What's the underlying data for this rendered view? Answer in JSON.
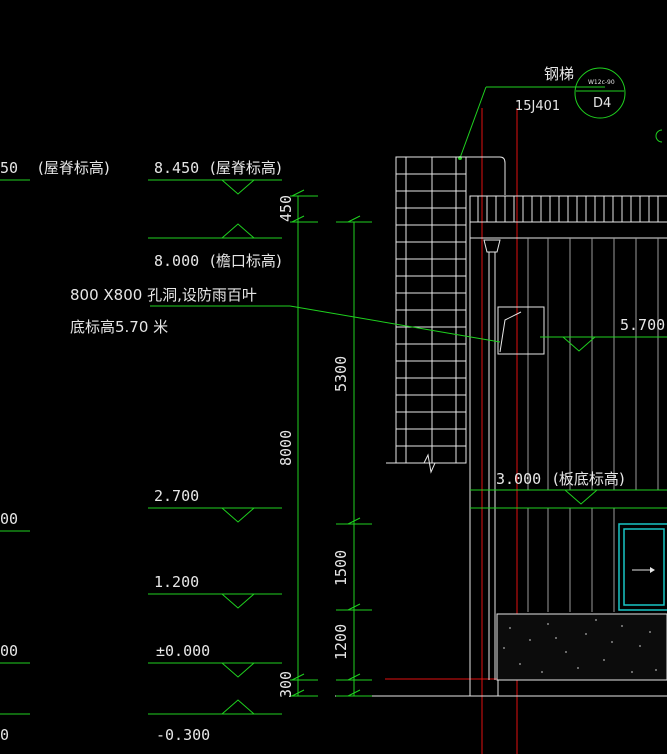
{
  "labels": {
    "steel_ladder": "钢梯",
    "atlas_ref": "15J401",
    "bubble_top": "W12c-90",
    "bubble_bottom": "D4",
    "left_elev_cut": "50",
    "ridge_label_left": "(屋脊标高)",
    "ridge_elev": "8.450",
    "ridge_label": "(屋脊标高)",
    "eave_elev": "8.000",
    "eave_label": "(檐口标高)",
    "opening_line1": "800 X800 孔洞,设防雨百叶",
    "opening_line2": "底标高5.70 米",
    "elev_570": "5.700",
    "slab_elev": "3.000",
    "slab_label": "(板底标高)",
    "elev_2700": "2.700",
    "elev_1200": "1.200",
    "elev_0": "±0.000",
    "elev_neg": "-0.300",
    "left_cut_1": "00",
    "left_cut_2": "00",
    "left_cut_3": "0"
  },
  "dimensions": {
    "dim_450": "450",
    "dim_5300": "5300",
    "dim_8000": "8000",
    "dim_1500": "1500",
    "dim_1200": "1200",
    "dim_300": "300"
  },
  "colors": {
    "line_green": "#1fd11f",
    "line_white": "#e6e6e6",
    "axis_red": "#e01010",
    "glass_cyan": "#19c6c6"
  }
}
